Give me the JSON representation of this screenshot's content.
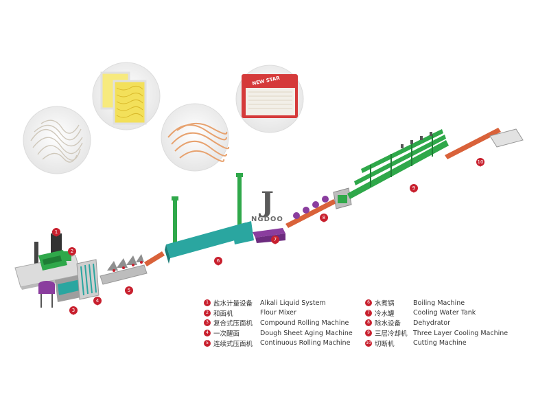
{
  "brand": {
    "mark": "J",
    "name": "NGDOO"
  },
  "products": {
    "bag_label": "NEW STAR"
  },
  "machines": [
    {
      "num": "1",
      "zh": "盐水计量设备",
      "en": "Alkali  Liquid  System"
    },
    {
      "num": "2",
      "zh": "和面机",
      "en": "Flour Mixer"
    },
    {
      "num": "3",
      "zh": "复合式压面机",
      "en": "Compound Rolling Machine"
    },
    {
      "num": "4",
      "zh": "一次醒面",
      "en": "Dough Sheet Aging Machine"
    },
    {
      "num": "5",
      "zh": "连续式压面机",
      "en": "Continuous Rolling Machine"
    },
    {
      "num": "6",
      "zh": "水煮锅",
      "en": "Boiling Machine"
    },
    {
      "num": "7",
      "zh": "冷水罐",
      "en": "Cooling Water Tank"
    },
    {
      "num": "8",
      "zh": "除水设备",
      "en": "Dehydrator"
    },
    {
      "num": "9",
      "zh": "三层冷却机",
      "en": "Three Layer Cooling Machine"
    },
    {
      "num": "10",
      "zh": "切断机",
      "en": "Cutting Machine"
    }
  ],
  "colors": {
    "accent_red": "#c8202e",
    "machine_green": "#2fa84a",
    "machine_teal": "#2aa6a0",
    "machine_purple": "#8a3d9e",
    "machine_gray": "#b8b8b8",
    "machine_orange": "#d9623a"
  }
}
